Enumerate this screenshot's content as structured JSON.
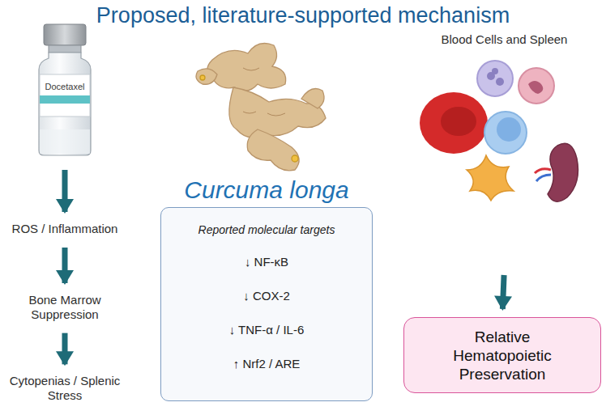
{
  "diagram": {
    "title": "Proposed, literature-supported mechanism",
    "nodes": [
      {
        "text": [
          "Docetaxel"
        ]
      },
      {
        "text": [
          "ROS / Inflammation"
        ]
      },
      {
        "text": [
          "Bone Marrow Suppression"
        ]
      },
      {
        "text": [
          "Cytopenias / Splenic Stress"
        ]
      },
      {
        "text": [
          "Curcuma longa",
          "Reported molecular targets",
          "↓ NF-κB",
          "↓ COX-2",
          "↓ TNF-α / IL-6",
          "↑ Nrf2 / ARE"
        ]
      },
      {
        "text": [
          "Blood Cells and Spleen"
        ]
      },
      {
        "text": [
          "Relative Hematopoietic Preservation"
        ]
      }
    ],
    "edges": [
      {
        "from": 0,
        "to": 1,
        "arrow": "to"
      },
      {
        "from": 1,
        "to": 2,
        "arrow": "to"
      },
      {
        "from": 2,
        "to": 3,
        "arrow": "to"
      },
      {
        "from": 5,
        "to": 6,
        "arrow": "to"
      }
    ]
  }
}
